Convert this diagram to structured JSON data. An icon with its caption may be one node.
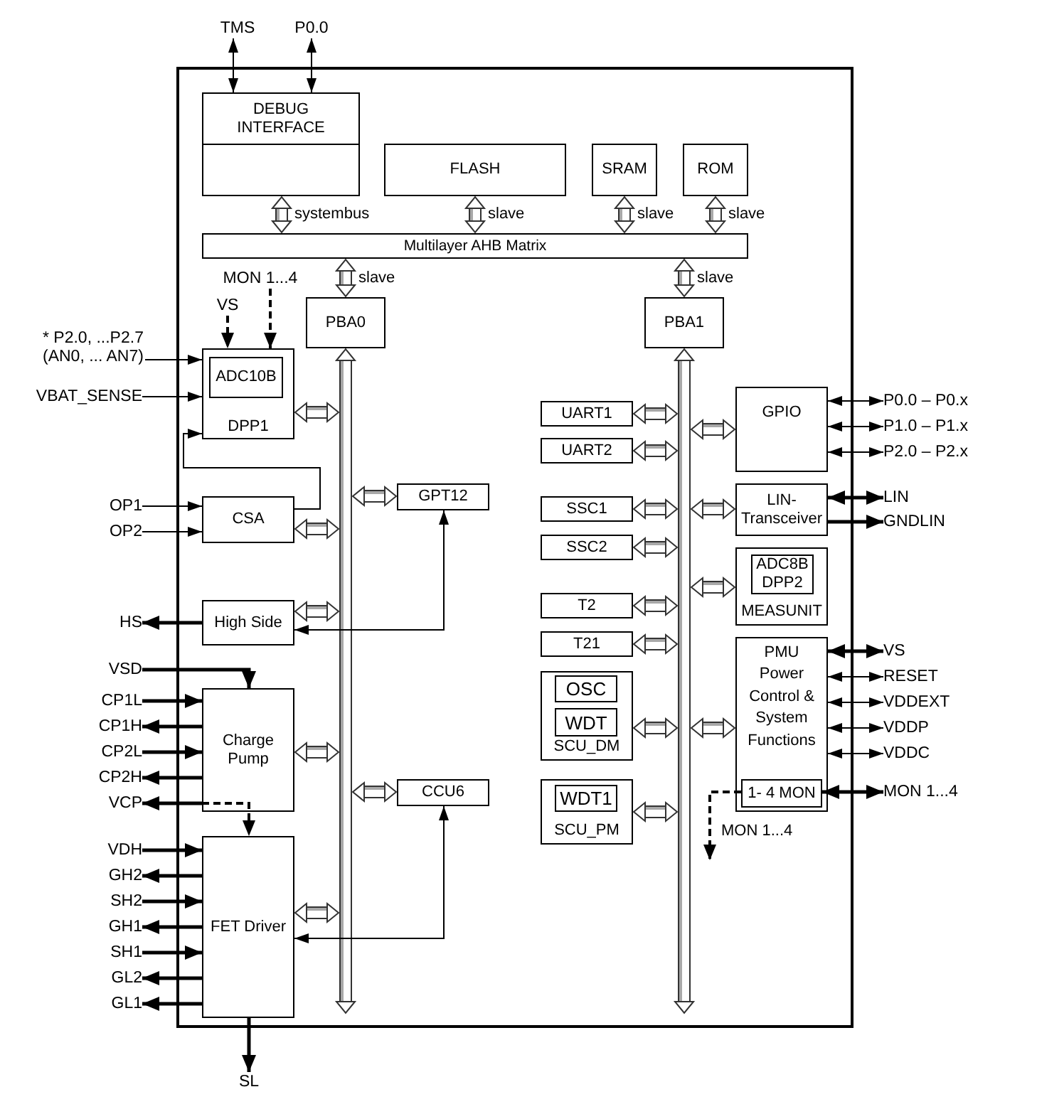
{
  "diagram": {
    "nodes": [
      {
        "text": [
          "TMS"
        ]
      },
      {
        "text": [
          "P0.0"
        ]
      },
      {
        "text": [],
        "shape": "box"
      },
      {
        "text": [
          "DEBUG INTERFACE"
        ],
        "in": 2
      },
      {
        "text": [],
        "shape": "box",
        "in": 2
      },
      {
        "text": [
          "FLASH"
        ],
        "in": 2
      },
      {
        "text": [
          "SRAM"
        ],
        "in": 2
      },
      {
        "text": [
          "ROM"
        ],
        "in": 2
      },
      {
        "text": [
          "Multilayer AHB Matrix"
        ],
        "in": 2
      },
      {
        "text": [
          "PBA0"
        ],
        "in": 2
      },
      {
        "text": [
          "PBA1"
        ],
        "in": 2
      },
      {
        "text": [
          "* P2.0, ...P2.7 (AN0, ... AN7)"
        ]
      },
      {
        "text": [
          "VBAT_SENSE"
        ]
      },
      {
        "text": [
          "DPP1"
        ],
        "in": 2
      },
      {
        "text": [
          "ADC10B"
        ],
        "in": 13
      },
      {
        "text": [
          "VS"
        ],
        "in": 2
      },
      {
        "text": [
          "MON 1...4"
        ],
        "in": 2
      },
      {
        "text": [
          "OP1"
        ]
      },
      {
        "text": [
          "OP2"
        ]
      },
      {
        "text": [
          "CSA"
        ],
        "in": 2
      },
      {
        "text": [
          "GPT12"
        ],
        "in": 2
      },
      {
        "text": [
          "HS"
        ]
      },
      {
        "text": [
          "High Side"
        ],
        "in": 2
      },
      {
        "text": [
          "VSD"
        ]
      },
      {
        "text": [
          "CP1L"
        ]
      },
      {
        "text": [
          "CP1H"
        ]
      },
      {
        "text": [
          "CP2L"
        ]
      },
      {
        "text": [
          "CP2H"
        ]
      },
      {
        "text": [
          "VCP"
        ]
      },
      {
        "text": [
          "Charge Pump"
        ],
        "in": 2
      },
      {
        "text": [
          "CCU6"
        ],
        "in": 2
      },
      {
        "text": [
          "VDH"
        ]
      },
      {
        "text": [
          "GH2"
        ]
      },
      {
        "text": [
          "SH2"
        ]
      },
      {
        "text": [
          "GH1"
        ]
      },
      {
        "text": [
          "SH1"
        ]
      },
      {
        "text": [
          "GL2"
        ]
      },
      {
        "text": [
          "GL1"
        ]
      },
      {
        "text": [
          "FET Driver"
        ],
        "in": 2
      },
      {
        "text": [
          "SL"
        ]
      },
      {
        "text": [
          "UART1"
        ],
        "in": 2
      },
      {
        "text": [
          "UART2"
        ],
        "in": 2
      },
      {
        "text": [
          "GPIO"
        ],
        "in": 2
      },
      {
        "text": [
          "P0.0 – P0.x"
        ]
      },
      {
        "text": [
          "P1.0 – P1.x"
        ]
      },
      {
        "text": [
          "P2.0 – P2.x"
        ]
      },
      {
        "text": [
          "SSC1"
        ],
        "in": 2
      },
      {
        "text": [
          "SSC2"
        ],
        "in": 2
      },
      {
        "text": [
          "LIN-Transceiver"
        ],
        "in": 2
      },
      {
        "text": [
          "LIN"
        ]
      },
      {
        "text": [
          "GNDLIN"
        ]
      },
      {
        "text": [
          "MEASUNIT"
        ],
        "in": 2
      },
      {
        "text": [
          "ADC8B DPP2"
        ],
        "in": 51
      },
      {
        "text": [
          "T2"
        ],
        "in": 2
      },
      {
        "text": [
          "T21"
        ],
        "in": 2
      },
      {
        "text": [
          "PMU Power Control & System Functions"
        ],
        "in": 2
      },
      {
        "text": [
          "VS"
        ]
      },
      {
        "text": [
          "RESET"
        ]
      },
      {
        "text": [
          "VDDEXT"
        ]
      },
      {
        "text": [
          "VDDP"
        ]
      },
      {
        "text": [
          "VDDC"
        ]
      },
      {
        "text": [
          "1- 4 MON"
        ],
        "in": 55
      },
      {
        "text": [
          "MON 1...4"
        ]
      },
      {
        "text": [
          "SCU_DM"
        ],
        "in": 2
      },
      {
        "text": [
          "OSC"
        ],
        "in": 63
      },
      {
        "text": [
          "WDT"
        ],
        "in": 63
      },
      {
        "text": [
          "SCU_PM"
        ],
        "in": 2
      },
      {
        "text": [
          "WDT1"
        ],
        "in": 66
      }
    ],
    "edges": [
      {
        "from": 0,
        "to": 3,
        "arrow": "both"
      },
      {
        "from": 1,
        "to": 3,
        "arrow": "both"
      },
      {
        "from": 4,
        "to": 8,
        "arrow": "both",
        "label": "systembus",
        "style": "thick"
      },
      {
        "from": 5,
        "to": 8,
        "arrow": "both",
        "label": "slave",
        "style": "thick"
      },
      {
        "from": 6,
        "to": 8,
        "arrow": "both",
        "label": "slave",
        "style": "thick"
      },
      {
        "from": 7,
        "to": 8,
        "arrow": "both",
        "label": "slave",
        "style": "thick"
      },
      {
        "from": 8,
        "to": 9,
        "arrow": "both",
        "label": "slave",
        "style": "thick"
      },
      {
        "from": 8,
        "to": 10,
        "arrow": "both",
        "label": "slave",
        "style": "thick"
      },
      {
        "from": 11,
        "to": 13,
        "arrow": "to"
      },
      {
        "from": 12,
        "to": 13,
        "arrow": "to"
      },
      {
        "from": 15,
        "to": 13,
        "arrow": "to",
        "style": "dashed"
      },
      {
        "from": 16,
        "to": 13,
        "arrow": "to",
        "style": "dashed"
      },
      {
        "from": 13,
        "to": 9,
        "arrow": "both",
        "style": "thick"
      },
      {
        "from": 17,
        "to": 19,
        "arrow": "to"
      },
      {
        "from": 18,
        "to": 19,
        "arrow": "to"
      },
      {
        "from": 19,
        "to": 13,
        "arrow": "to"
      },
      {
        "from": 19,
        "to": 9,
        "arrow": "both",
        "style": "thick"
      },
      {
        "from": 20,
        "to": 9,
        "arrow": "both",
        "style": "thick"
      },
      {
        "from": 20,
        "to": 22,
        "arrow": "both"
      },
      {
        "from": 22,
        "to": 21,
        "arrow": "to"
      },
      {
        "from": 22,
        "to": 9,
        "arrow": "both",
        "style": "thick"
      },
      {
        "from": 23,
        "to": 29,
        "arrow": "to"
      },
      {
        "from": 24,
        "to": 29,
        "arrow": "to"
      },
      {
        "from": 29,
        "to": 25,
        "arrow": "to"
      },
      {
        "from": 26,
        "to": 29,
        "arrow": "to"
      },
      {
        "from": 29,
        "to": 27,
        "arrow": "to"
      },
      {
        "from": 29,
        "to": 28,
        "arrow": "to"
      },
      {
        "from": 29,
        "to": 38,
        "arrow": "to",
        "style": "dashed"
      },
      {
        "from": 29,
        "to": 9,
        "arrow": "both",
        "style": "thick"
      },
      {
        "from": 30,
        "to": 9,
        "arrow": "both",
        "style": "thick"
      },
      {
        "from": 30,
        "to": 38,
        "arrow": "both"
      },
      {
        "from": 31,
        "to": 38,
        "arrow": "to"
      },
      {
        "from": 38,
        "to": 32,
        "arrow": "to"
      },
      {
        "from": 33,
        "to": 38,
        "arrow": "to"
      },
      {
        "from": 38,
        "to": 34,
        "arrow": "to"
      },
      {
        "from": 35,
        "to": 38,
        "arrow": "to"
      },
      {
        "from": 38,
        "to": 36,
        "arrow": "to"
      },
      {
        "from": 38,
        "to": 37,
        "arrow": "to"
      },
      {
        "from": 38,
        "to": 39,
        "arrow": "to"
      },
      {
        "from": 38,
        "to": 9,
        "arrow": "both",
        "style": "thick"
      },
      {
        "from": 40,
        "to": 10,
        "arrow": "both",
        "style": "thick"
      },
      {
        "from": 41,
        "to": 10,
        "arrow": "both",
        "style": "thick"
      },
      {
        "from": 42,
        "to": 10,
        "arrow": "both",
        "style": "thick"
      },
      {
        "from": 42,
        "to": 43,
        "arrow": "both"
      },
      {
        "from": 42,
        "to": 44,
        "arrow": "both"
      },
      {
        "from": 42,
        "to": 45,
        "arrow": "both"
      },
      {
        "from": 46,
        "to": 10,
        "arrow": "both",
        "style": "thick"
      },
      {
        "from": 47,
        "to": 10,
        "arrow": "both",
        "style": "thick"
      },
      {
        "from": 48,
        "to": 10,
        "arrow": "both",
        "style": "thick"
      },
      {
        "from": 48,
        "to": 49,
        "arrow": "both"
      },
      {
        "from": 48,
        "to": 50,
        "arrow": "to"
      },
      {
        "from": 51,
        "to": 10,
        "arrow": "both",
        "style": "thick"
      },
      {
        "from": 53,
        "to": 10,
        "arrow": "both",
        "style": "thick"
      },
      {
        "from": 54,
        "to": 10,
        "arrow": "both",
        "style": "thick"
      },
      {
        "from": 55,
        "to": 10,
        "arrow": "both",
        "style": "thick"
      },
      {
        "from": 55,
        "to": 56,
        "arrow": "both"
      },
      {
        "from": 55,
        "to": 57,
        "arrow": "both"
      },
      {
        "from": 55,
        "to": 58,
        "arrow": "both"
      },
      {
        "from": 55,
        "to": 59,
        "arrow": "both"
      },
      {
        "from": 55,
        "to": 60,
        "arrow": "both"
      },
      {
        "from": 61,
        "to": 62,
        "arrow": "both"
      },
      {
        "from": 61,
        "to": null,
        "arrow": "to",
        "style": "dashed",
        "label": "MON 1...4"
      },
      {
        "from": 63,
        "to": 10,
        "arrow": "both",
        "style": "thick"
      },
      {
        "from": 66,
        "to": 10,
        "arrow": "both",
        "style": "thick"
      }
    ]
  }
}
